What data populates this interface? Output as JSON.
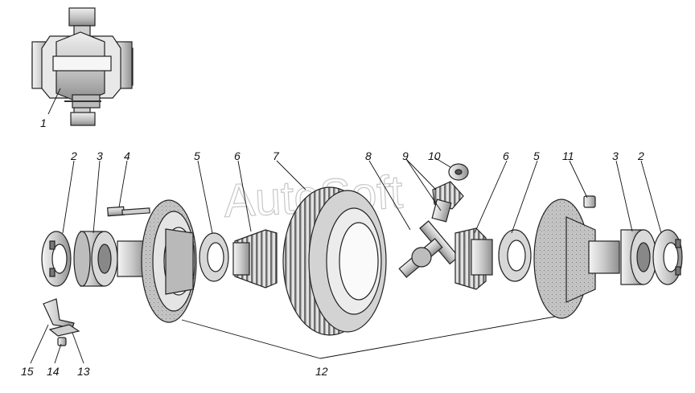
{
  "watermark": "AutoSoft",
  "callouts": [
    "1",
    "2",
    "3",
    "4",
    "5",
    "6",
    "7",
    "8",
    "9",
    "10",
    "6",
    "5",
    "11",
    "3",
    "2",
    "12",
    "15",
    "14",
    "13"
  ],
  "colors": {
    "ink": "#222222",
    "metal": "#d6d6d6",
    "shade": "#9c9c9c",
    "paper": "#ffffff"
  }
}
